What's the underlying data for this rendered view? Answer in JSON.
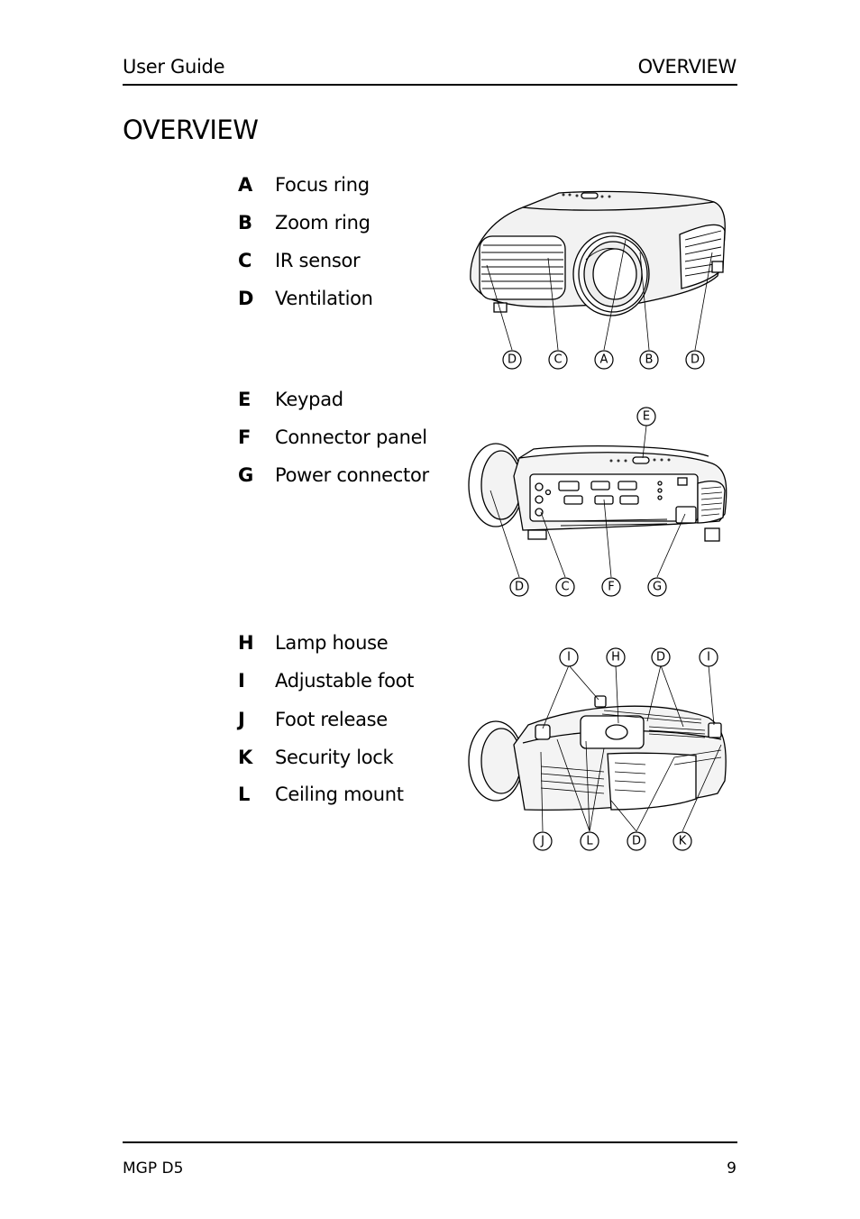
{
  "header": {
    "left": "User Guide",
    "right": "OVERVIEW"
  },
  "title": "OVERVIEW",
  "legend_groups": [
    {
      "items": [
        {
          "key": "A",
          "label": "Focus ring"
        },
        {
          "key": "B",
          "label": "Zoom ring"
        },
        {
          "key": "C",
          "label": "IR sensor"
        },
        {
          "key": "D",
          "label": "Ventilation"
        }
      ]
    },
    {
      "items": [
        {
          "key": "E",
          "label": "Keypad"
        },
        {
          "key": "F",
          "label": "Connector panel"
        },
        {
          "key": "G",
          "label": "Power connector"
        }
      ]
    },
    {
      "items": [
        {
          "key": "H",
          "label": "Lamp house"
        },
        {
          "key": "I",
          "label": "Adjustable foot"
        },
        {
          "key": "J",
          "label": "Foot release"
        },
        {
          "key": "K",
          "label": "Security lock"
        },
        {
          "key": "L",
          "label": "Ceiling mount"
        }
      ]
    }
  ],
  "figures": {
    "front": {
      "callouts": [
        "D",
        "C",
        "A",
        "B",
        "D"
      ]
    },
    "rear": {
      "callouts_top": [
        "E"
      ],
      "callouts_bottom": [
        "D",
        "C",
        "F",
        "G"
      ]
    },
    "bottom": {
      "callouts_top": [
        "I",
        "H",
        "D",
        "I"
      ],
      "callouts_bottom": [
        "J",
        "L",
        "D",
        "K"
      ]
    }
  },
  "footer": {
    "left": "MGP D5",
    "right": "9"
  }
}
